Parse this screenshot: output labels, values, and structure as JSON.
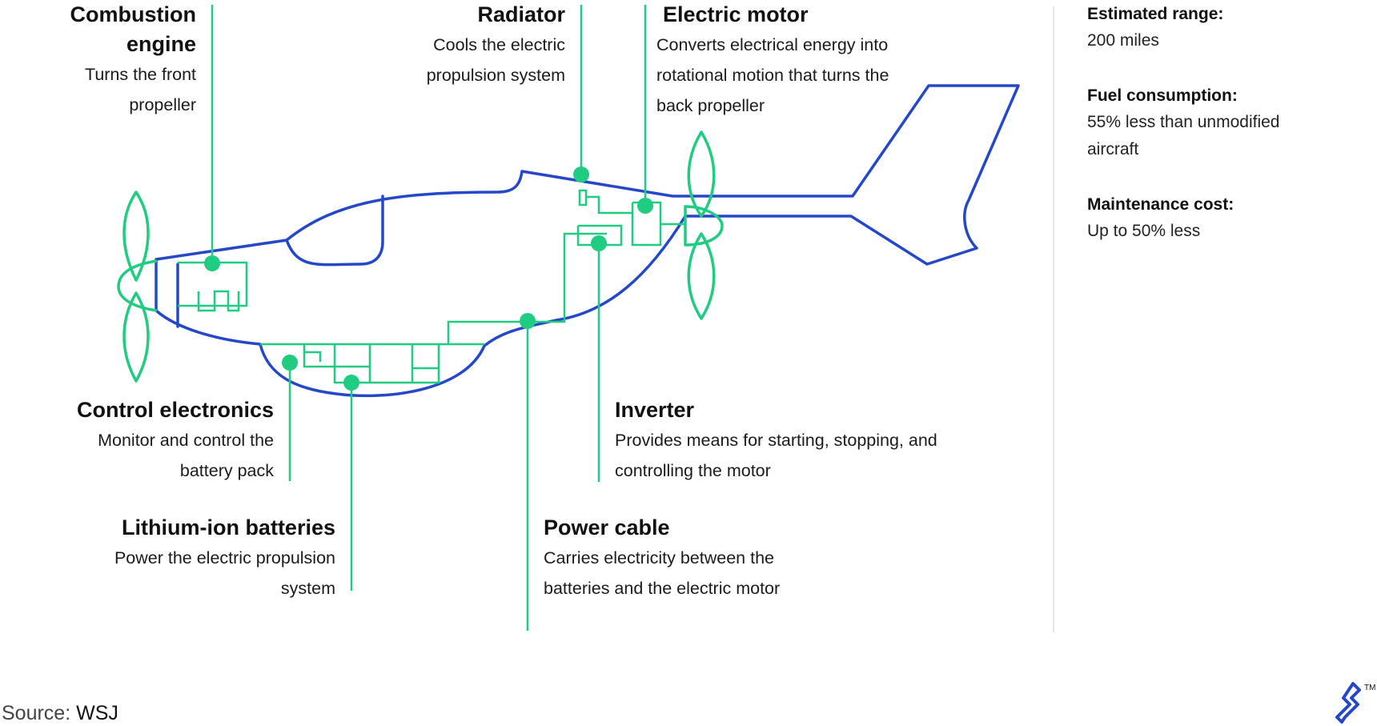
{
  "labels": {
    "combustion_engine": {
      "title": "Combustion engine",
      "desc": "Turns the front propeller"
    },
    "radiator": {
      "title": "Radiator",
      "desc": "Cools the electric propulsion system"
    },
    "electric_motor": {
      "title": "Electric motor",
      "desc": "Converts electrical energy into rotational motion that turns the back propeller"
    },
    "control_electronics": {
      "title": "Control electronics",
      "desc": "Monitor and control the battery pack"
    },
    "lithium_ion_batteries": {
      "title": "Lithium-ion batteries",
      "desc": "Power the electric propulsion system"
    },
    "inverter": {
      "title": "Inverter",
      "desc": "Provides means for starting, stopping, and controlling the motor"
    },
    "power_cable": {
      "title": "Power cable",
      "desc": "Carries electricity between the batteries and the electric motor"
    }
  },
  "stats": [
    {
      "label": "Estimated range:",
      "value": "200 miles"
    },
    {
      "label": "Fuel consumption:",
      "value": "55% less than unmodified aircraft"
    },
    {
      "label": "Maintenance cost:",
      "value": "Up to 50% less"
    }
  ],
  "source": {
    "prefix": "Source:",
    "name": "WSJ"
  },
  "logo": {
    "trademark": "TM",
    "icon": "toptal-logo-icon"
  },
  "colors": {
    "airframe": "#2448c8",
    "components": "#1fcc82",
    "divider": "#dddddd",
    "logo": "#2448c8"
  }
}
